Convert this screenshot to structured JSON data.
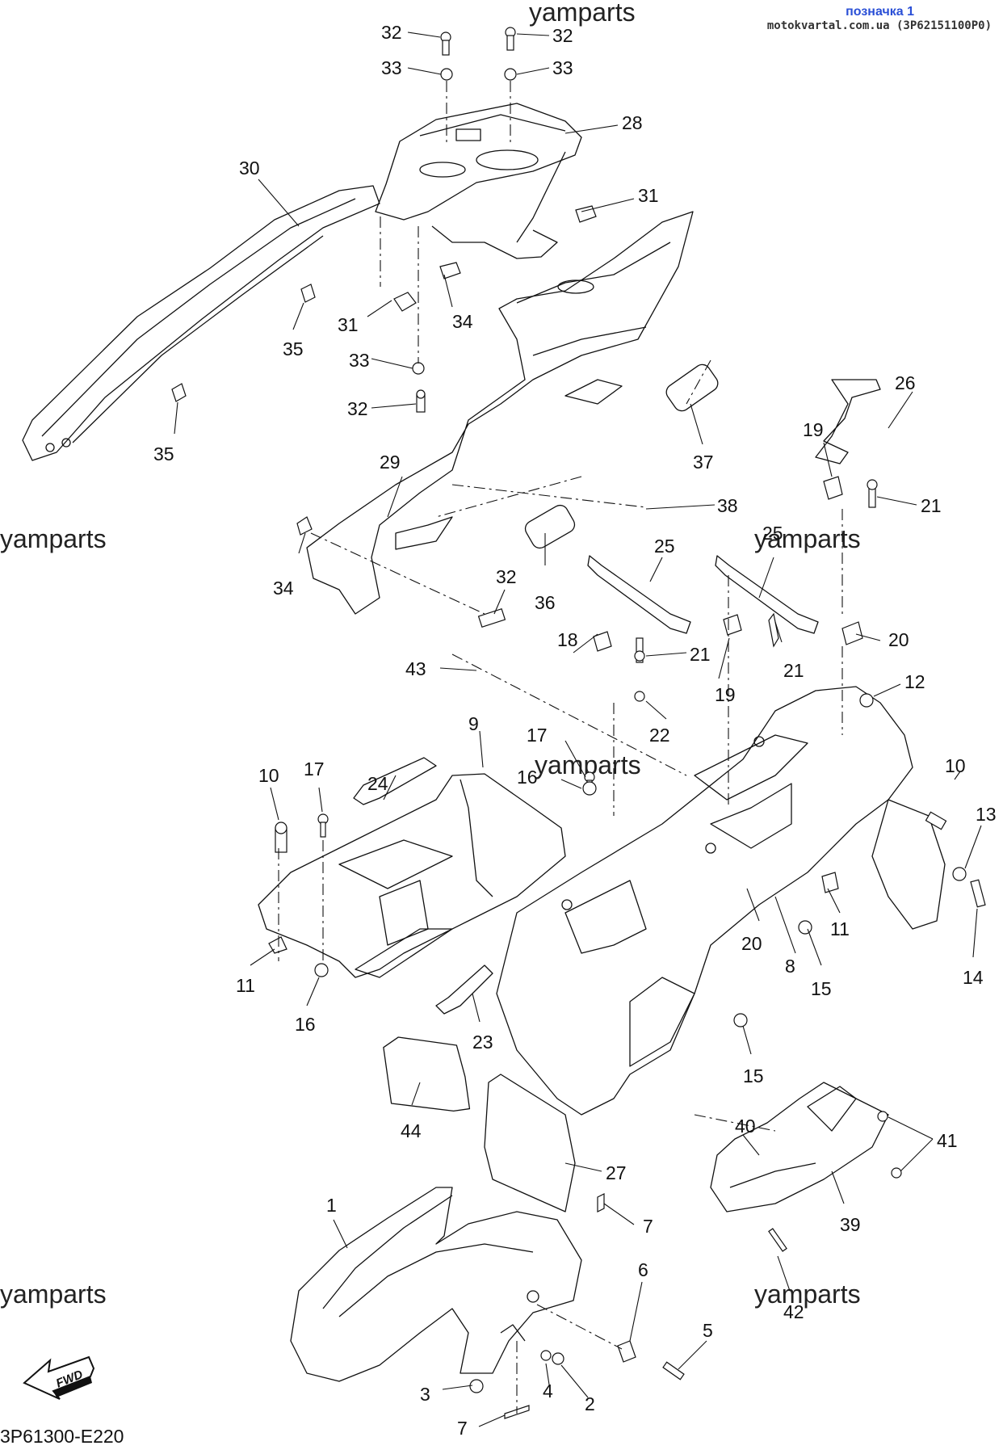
{
  "header": {
    "label": "позначка 1",
    "source": "motokvartal.com.ua (3P62151100P0)"
  },
  "watermark": "yamparts",
  "diagram_code": "3P61300-E220",
  "fwd_label": "FWD",
  "callouts": [
    "32",
    "33",
    "32",
    "33",
    "28",
    "30",
    "31",
    "35",
    "31",
    "34",
    "33",
    "32",
    "35",
    "37",
    "26",
    "19",
    "21",
    "29",
    "38",
    "34",
    "32",
    "36",
    "25",
    "25",
    "18",
    "21",
    "20",
    "19",
    "21",
    "43",
    "12",
    "22",
    "24",
    "9",
    "17",
    "10",
    "17",
    "16",
    "10",
    "13",
    "11",
    "20",
    "8",
    "15",
    "14",
    "11",
    "16",
    "23",
    "15",
    "44",
    "40",
    "41",
    "27",
    "39",
    "1",
    "7",
    "6",
    "5",
    "42",
    "3",
    "4",
    "2",
    "7"
  ]
}
